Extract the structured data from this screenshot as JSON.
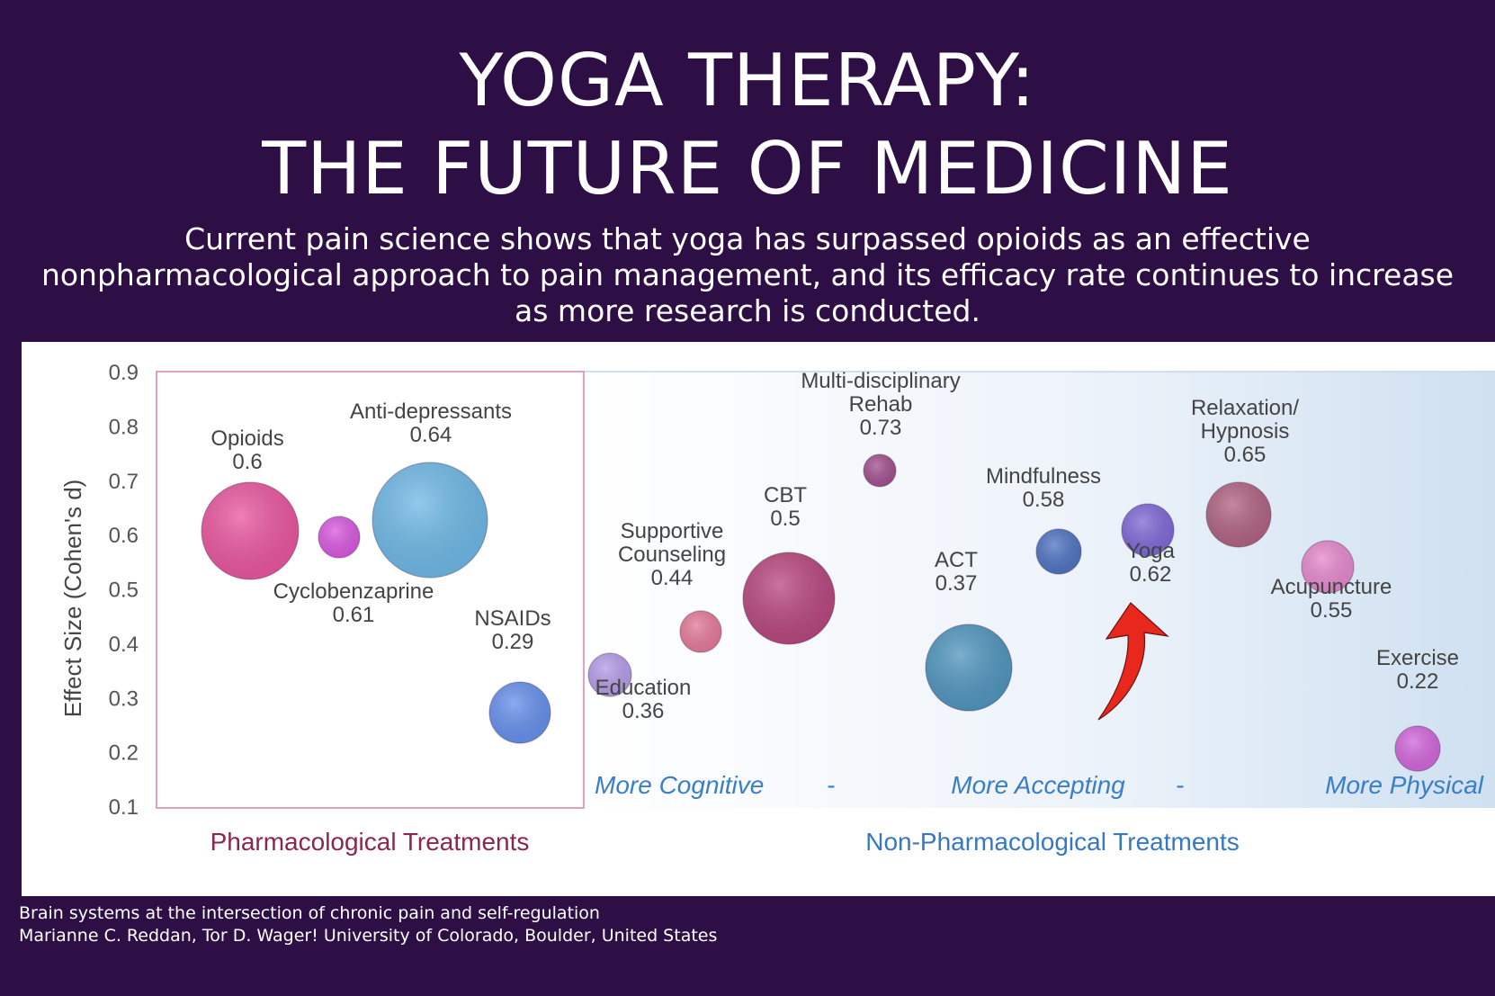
{
  "slide": {
    "title_line1": "YOGA THERAPY:",
    "title_line2": "THE FUTURE OF MEDICINE",
    "subtitle": "Current pain science shows that yoga has surpassed opioids as an effective nonpharmacological approach to pain management, and its efficacy rate continues to increase as more research is conducted.",
    "citation_line1": "Brain systems at the intersection of chronic pain and self-regulation",
    "citation_line2": "Marianne C. Reddan, Tor D. Wager! University of Colorado, Boulder, United States"
  },
  "colors": {
    "background": "#2e0f45",
    "pharma_label": "#8a2650",
    "nonpharma_label": "#3778c0",
    "dimension_label": "#3a7ec8",
    "arrow": "#e8281c"
  },
  "chart_data": {
    "type": "scatter",
    "ylabel": "Effect Size (Cohen's d)",
    "ylim": [
      0.1,
      0.9
    ],
    "yticks": [
      "0.9",
      "0.8",
      "0.7",
      "0.6",
      "0.5",
      "0.4",
      "0.3",
      "0.2",
      "0.1"
    ],
    "grid": false,
    "groups": [
      {
        "name": "Pharmacological Treatments"
      },
      {
        "name": "Non-Pharmacological Treatments",
        "dimensions": [
          "More Cognitive",
          "-",
          "More Accepting",
          "-",
          "More Physical"
        ]
      }
    ],
    "points": [
      {
        "name": "Opioids",
        "label": "Opioids",
        "value_label": "0.6",
        "y": 0.6,
        "group": "Pharmacological Treatments",
        "color": "#e9559f"
      },
      {
        "name": "Anti-depressants",
        "label": "Anti-depressants",
        "value_label": "0.64",
        "y": 0.64,
        "group": "Pharmacological Treatments",
        "color": "#6eb8e6"
      },
      {
        "name": "Cyclobenzaprine",
        "label": "Cyclobenzaprine",
        "value_label": "0.61",
        "y": 0.61,
        "group": "Pharmacological Treatments",
        "color": "#d958e0"
      },
      {
        "name": "NSAIDs",
        "label": "NSAIDs",
        "value_label": "0.29",
        "y": 0.29,
        "group": "Pharmacological Treatments",
        "color": "#6690ec"
      },
      {
        "name": "Education",
        "label": "Education",
        "value_label": "0.36",
        "y": 0.36,
        "group": "Non-Pharmacological Treatments",
        "color": "#b49ce8"
      },
      {
        "name": "Supportive Counseling",
        "label": "Supportive Counseling",
        "value_label": "0.44",
        "y": 0.44,
        "group": "Non-Pharmacological Treatments",
        "color": "#e47a98"
      },
      {
        "name": "CBT",
        "label": "CBT",
        "value_label": "0.5",
        "y": 0.5,
        "group": "Non-Pharmacological Treatments",
        "color": "#b8467e"
      },
      {
        "name": "Multi-disciplinary Rehab",
        "label": "Multi-disciplinary Rehab",
        "value_label": "0.73",
        "y": 0.73,
        "group": "Non-Pharmacological Treatments",
        "color": "#a2508e"
      },
      {
        "name": "ACT",
        "label": "ACT",
        "value_label": "0.37",
        "y": 0.37,
        "group": "Non-Pharmacological Treatments",
        "color": "#4f95be"
      },
      {
        "name": "Mindfulness",
        "label": "Mindfulness",
        "value_label": "0.58",
        "y": 0.58,
        "group": "Non-Pharmacological Treatments",
        "color": "#4e73c2"
      },
      {
        "name": "Yoga",
        "label": "Yoga",
        "value_label": "0.62",
        "y": 0.62,
        "group": "Non-Pharmacological Treatments",
        "color": "#7e68d6"
      },
      {
        "name": "Relaxation/ Hypnosis",
        "label": "Relaxation/ Hypnosis",
        "value_label": "0.65",
        "y": 0.65,
        "group": "Non-Pharmacological Treatments",
        "color": "#b06282"
      },
      {
        "name": "Acupuncture",
        "label": "Acupuncture",
        "value_label": "0.55",
        "y": 0.55,
        "group": "Non-Pharmacological Treatments",
        "color": "#e688cc"
      },
      {
        "name": "Exercise",
        "label": "Exercise",
        "value_label": "0.22",
        "y": 0.22,
        "group": "Non-Pharmacological Treatments",
        "color": "#d266dc"
      }
    ]
  }
}
